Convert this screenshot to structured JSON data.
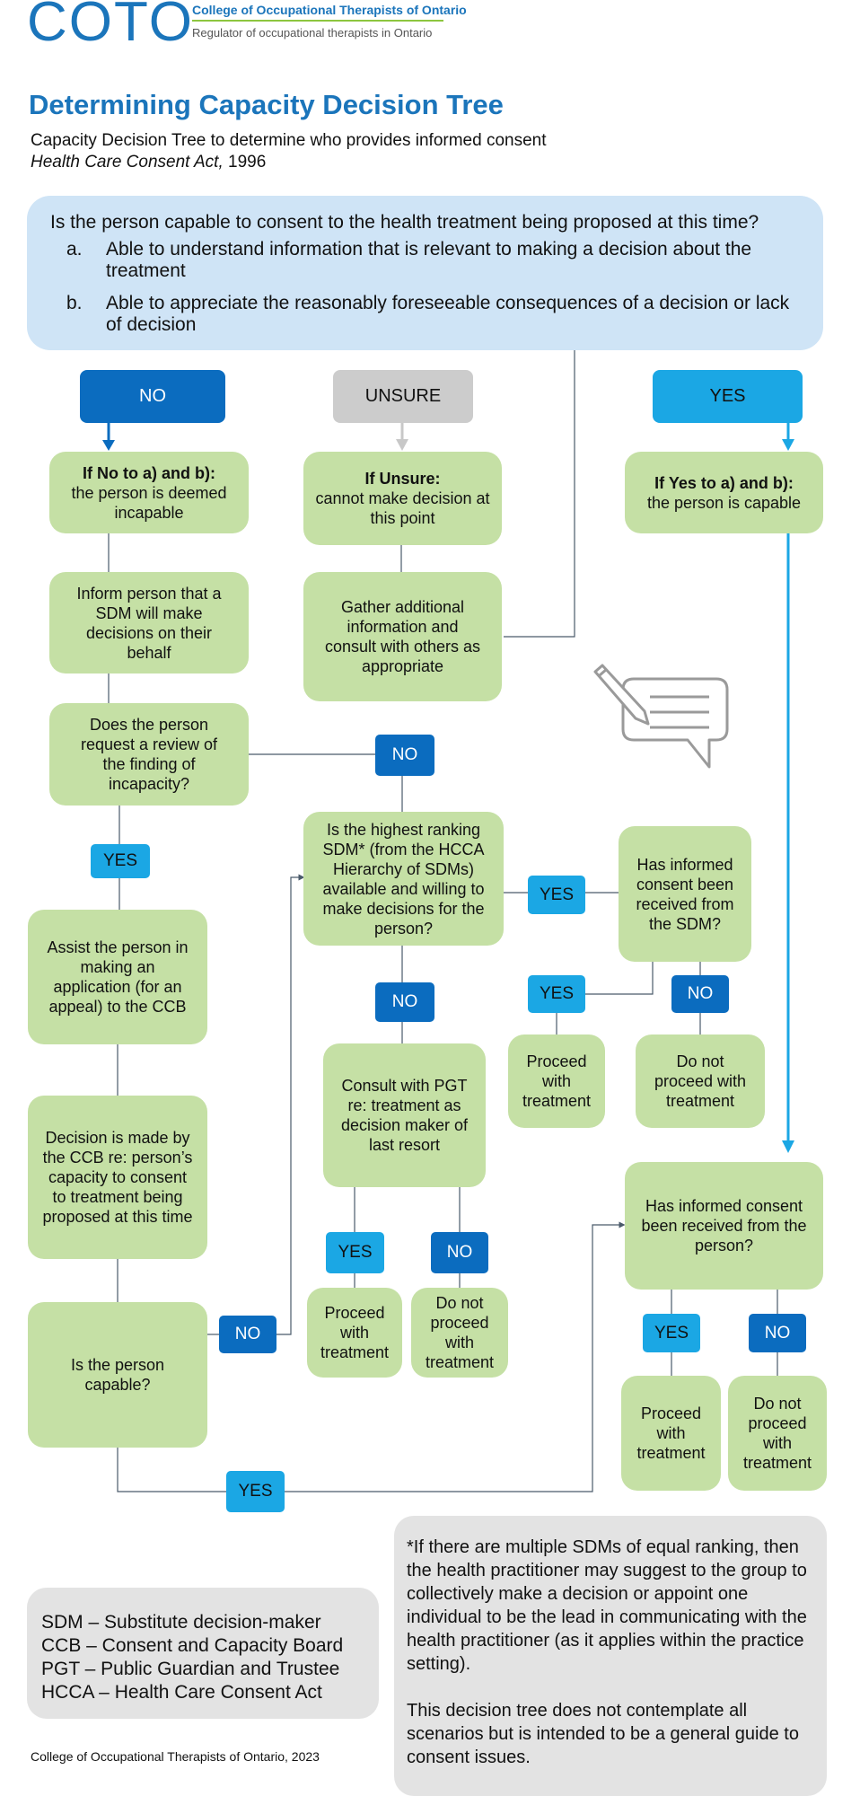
{
  "header": {
    "logo_text": "COTO",
    "org_name": "College of Occupational Therapists of Ontario",
    "org_tagline": "Regulator of occupational therapists in Ontario"
  },
  "title": "Determining Capacity Decision Tree",
  "subtitle_line1": "Capacity Decision Tree to determine who provides informed consent",
  "subtitle_act": "Health Care Consent Act,",
  "subtitle_year": " 1996",
  "question": {
    "text": "Is the person capable to consent to the health treatment being proposed at this time?",
    "items": [
      {
        "letter": "a.",
        "text": "Able to understand information that is relevant to making a decision about the treatment"
      },
      {
        "letter": "b.",
        "text": "Able to appreciate the reasonably foreseeable consequences of a decision or lack of decision"
      }
    ]
  },
  "columns": {
    "no": "NO",
    "unsure": "UNSURE",
    "yes": "YES"
  },
  "nodes": {
    "incapable_bold": "If No to a) and b):",
    "incapable_text": "the person is deemed incapable",
    "unsure_bold": "If Unsure:",
    "unsure_text": "cannot make decision at this point",
    "capable_bold": "If Yes to a) and b):",
    "capable_text": "the person is capable",
    "inform_sdm": "Inform person that a SDM will make decisions on their behalf",
    "gather_info": "Gather additional information and consult with others as appropriate",
    "request_review": "Does the person request a review of the finding of incapacity?",
    "highest_sdm": "Is the highest ranking SDM* (from the HCCA Hierarchy of SDMs) available and willing to make decisions for the person?",
    "consent_sdm": "Has informed consent been received from the SDM?",
    "assist_ccb": "Assist the person in making an application (for an appeal) to the CCB",
    "proceed_1": "Proceed with treatment",
    "not_proceed_1": "Do not proceed with treatment",
    "consult_pgt": "Consult with PGT re: treatment as decision maker of last resort",
    "ccb_decision": "Decision is made by the CCB re: person’s capacity to consent to treatment being proposed at this time",
    "consent_person": "Has informed consent been received from the person?",
    "proceed_2": "Proceed with treatment",
    "not_proceed_2": "Do not proceed with treatment",
    "person_capable": "Is the person capable?",
    "proceed_3": "Proceed with treatment",
    "not_proceed_3": "Do not proceed with treatment"
  },
  "tags": {
    "yes": "YES",
    "no": "NO"
  },
  "legend": [
    "SDM – Substitute decision-maker",
    "CCB – Consent and Capacity Board",
    "PGT – Public Guardian and Trustee",
    "HCCA – Health Care Consent Act"
  ],
  "note": {
    "para1": "*If there are multiple SDMs of equal ranking, then the health practitioner may suggest to the group to collectively make a decision or appoint one individual to be the lead in communicating with the health practitioner (as it applies within the practice setting).",
    "para2": "This decision tree does not contemplate all scenarios but is intended to be a general guide to consent issues."
  },
  "footer": "College of Occupational Therapists of Ontario, 2023",
  "colors": {
    "brand_blue": "#1b75bb",
    "question_bg": "#cfe4f6",
    "green_box": "#c5e0a5",
    "no_dark": "#0b6cbf",
    "yes_light": "#1ba7e4",
    "unsure_grey": "#cccccc",
    "legend_grey": "#e3e3e3",
    "rule_green": "#8dc63f"
  }
}
